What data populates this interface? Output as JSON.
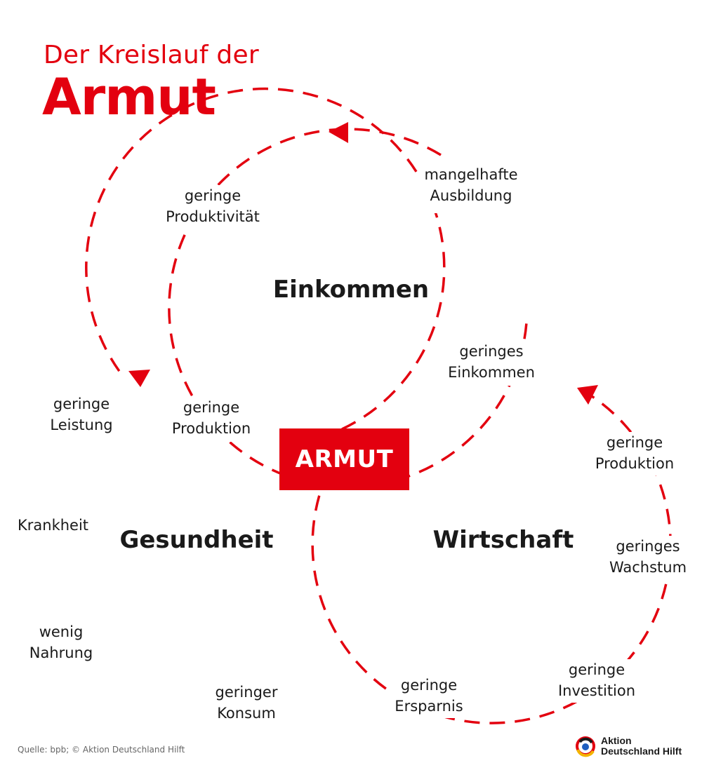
{
  "header": {
    "title_line1": "Der Kreislauf der",
    "title_line2": "Armut"
  },
  "center_label": "ARMUT",
  "circles": {
    "top": {
      "title": "Einkommen",
      "labels": {
        "mangelhafte_ausbildung": "mangelhafte\nAusbildung",
        "geringes_einkommen": "geringes\nEinkommen",
        "geringe_produktivitaet": "geringe\nProduktivität"
      }
    },
    "left": {
      "title": "Gesundheit",
      "labels": {
        "geringe_leistung": "geringe\nLeistung",
        "krankheit": "Krankheit",
        "wenig_nahrung": "wenig\nNahrung",
        "geringer_konsum": "geringer\nKonsum",
        "geringe_produktion": "geringe\nProduktion"
      }
    },
    "right": {
      "title": "Wirtschaft",
      "labels": {
        "geringe_produktion": "geringe\nProduktion",
        "geringes_wachstum": "geringes\nWachstum",
        "geringe_investition": "geringe\nInvestition",
        "geringe_ersparnis": "geringe\nErsparnis"
      }
    }
  },
  "footer": {
    "source": "Quelle: bpb; © Aktion Deutschland Hilft",
    "logo_line1": "Aktion",
    "logo_line2": "Deutschland Hilft"
  },
  "colors": {
    "accent": "#e3000f",
    "text": "#1a1a1a",
    "background": "#ffffff"
  }
}
